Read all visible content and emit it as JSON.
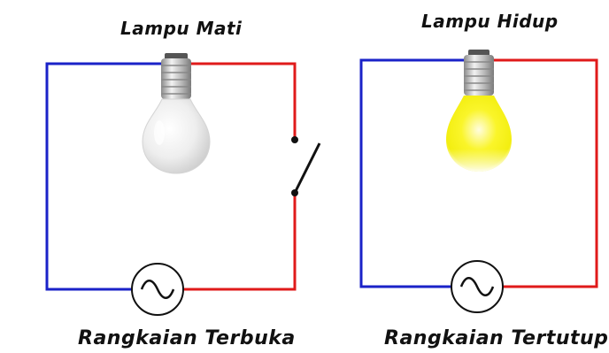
{
  "left_circuit": {
    "title": "Lampu Mati",
    "caption": "Rangkaian Terbuka",
    "lamp_state": "off",
    "switch_state": "open"
  },
  "right_circuit": {
    "title": "Lampu Hidup",
    "caption": "Rangkaian Tertutup",
    "lamp_state": "on",
    "switch_state": "closed"
  },
  "colors": {
    "wire_left": "#1a22c8",
    "wire_right": "#e01a1a",
    "lamp_glow": "#f7f20a",
    "lamp_off": "#e8e8e8"
  },
  "icons": [
    "light-bulb-icon",
    "ac-source-icon",
    "switch-icon"
  ]
}
